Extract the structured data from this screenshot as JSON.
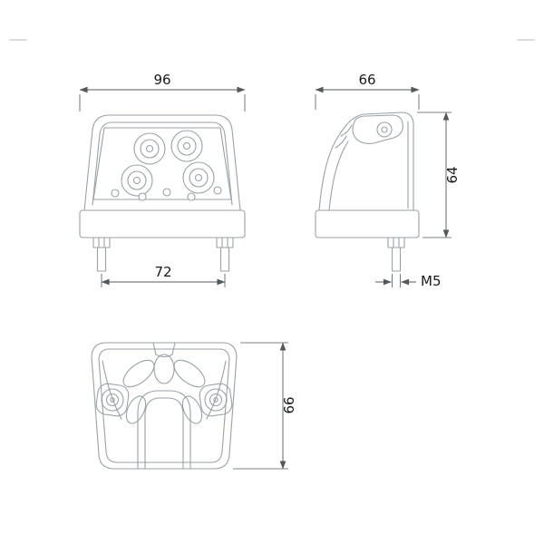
{
  "colors": {
    "bg": "#ffffff",
    "line": "#9aa1a6",
    "dim": "#54585b",
    "text": "#17191a",
    "frame": "#cfd3d6"
  },
  "dimensions": {
    "front_width": "96",
    "front_bolt_spacing": "72",
    "side_width": "66",
    "side_height": "64",
    "side_thread": "M5",
    "rear_height": "66"
  }
}
